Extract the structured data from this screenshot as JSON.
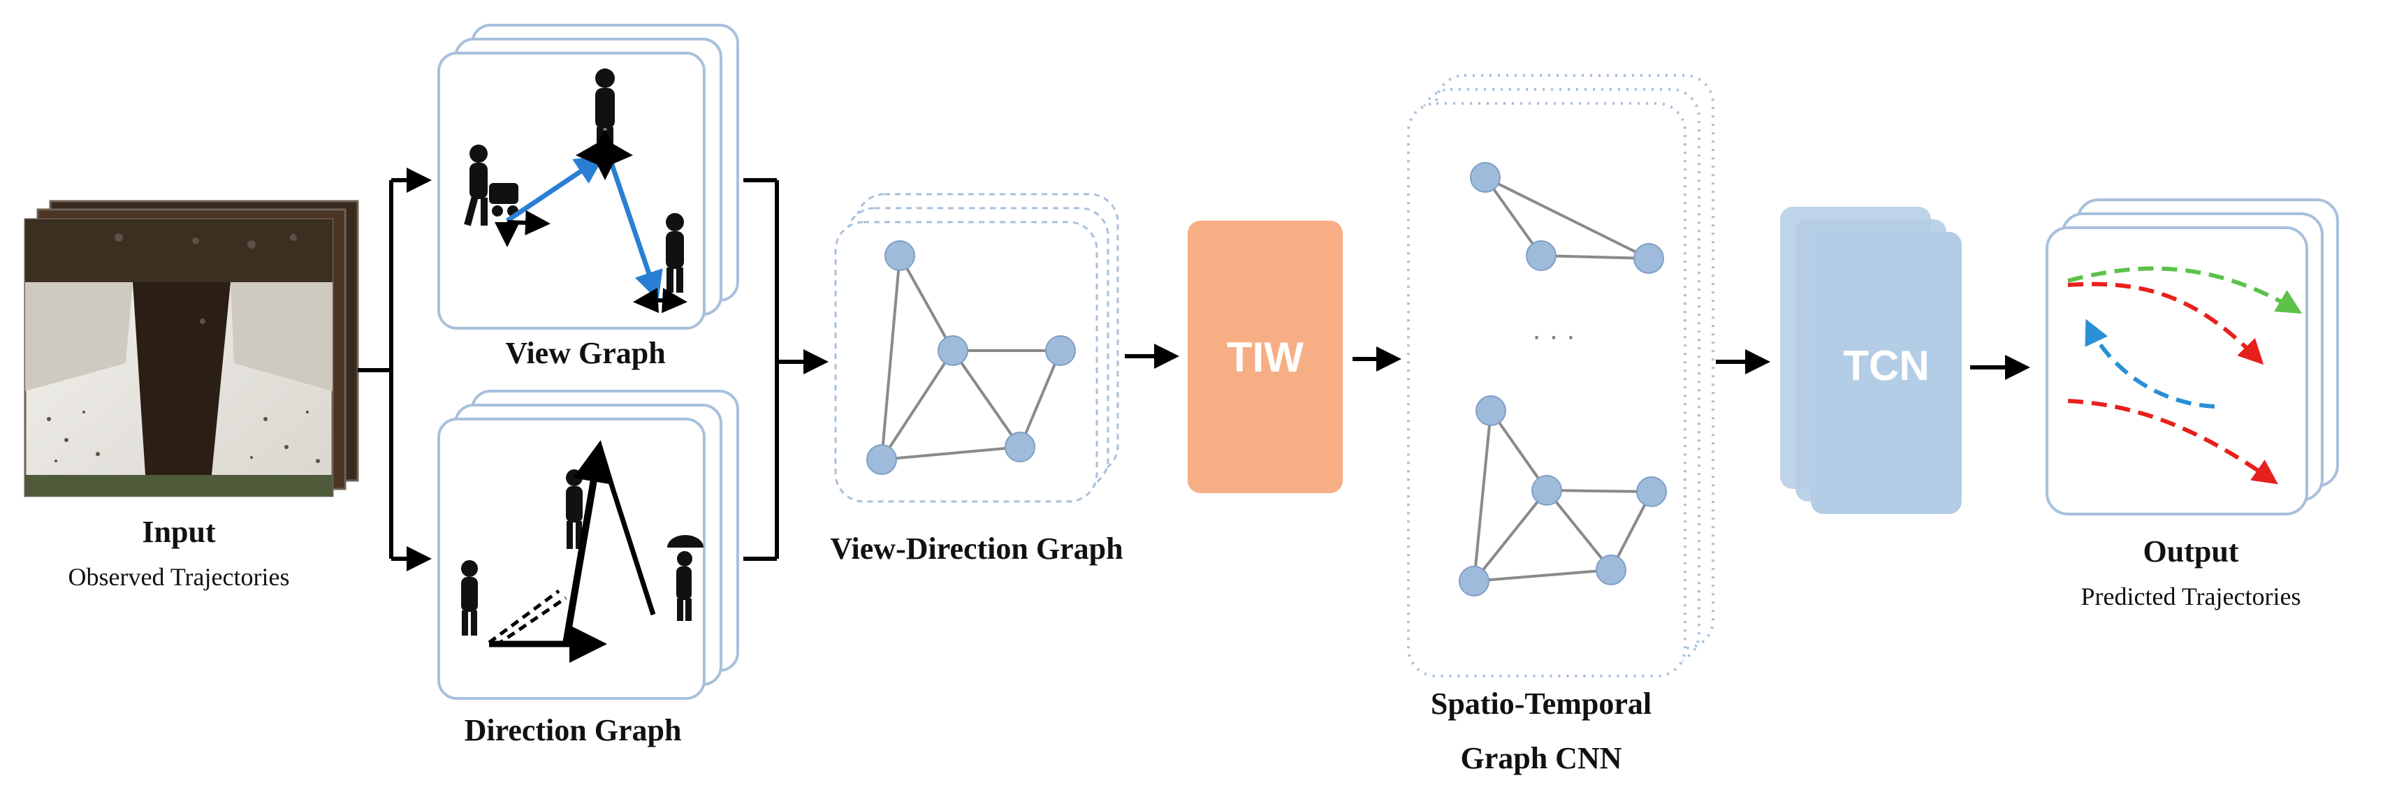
{
  "input": {
    "title": "Input",
    "subtitle": "Observed Trajectories"
  },
  "view_graph": {
    "title": "View Graph"
  },
  "direction_graph": {
    "title": "Direction Graph"
  },
  "view_direction_graph": {
    "title": "View-Direction Graph"
  },
  "tiw": {
    "label": "TIW",
    "color": "#f7ae84"
  },
  "stgcnn": {
    "title_line1": "Spatio-Temporal",
    "title_line2": "Graph CNN",
    "ellipsis": "· · ·"
  },
  "tcn": {
    "label": "TCN",
    "color": "#b4cde6"
  },
  "output": {
    "title": "Output",
    "subtitle": "Predicted Trajectories"
  },
  "colors": {
    "node": "#9fbbdb",
    "edge": "#8a8a8a",
    "frame_border": "#a8c0dc",
    "view_edge": "#2a7fd4",
    "traj_green": "#5cc24a",
    "traj_red": "#e8201c",
    "traj_blue": "#2a8fd4"
  }
}
